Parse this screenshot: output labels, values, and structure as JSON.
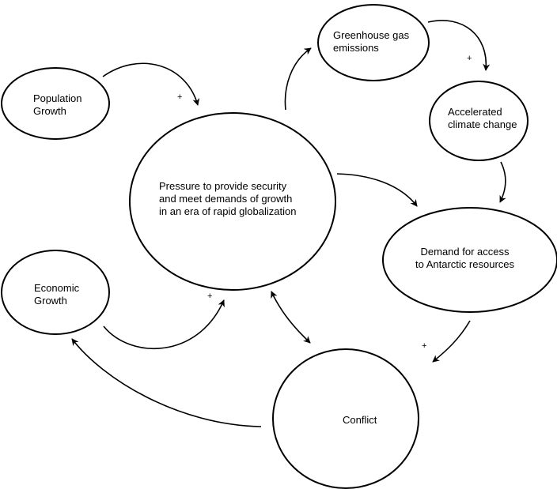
{
  "nodes": {
    "population": "Population\nGrowth",
    "pressure": "Pressure to provide security\nand meet demands of growth\nin an era of rapid globalization",
    "greenhouse": "Greenhouse gas\nemissions",
    "climate": "Accelerated\nclimate change",
    "demand": "Demand for access\nto Antarctic resources",
    "economic": "Economic\nGrowth",
    "conflict": "Conflict"
  },
  "signs": {
    "population_to_pressure": "+",
    "greenhouse_to_climate": "+",
    "economic_to_pressure": "+",
    "demand_to_conflict": "+"
  },
  "colors": {
    "stroke": "#000000",
    "background": "#ffffff"
  }
}
